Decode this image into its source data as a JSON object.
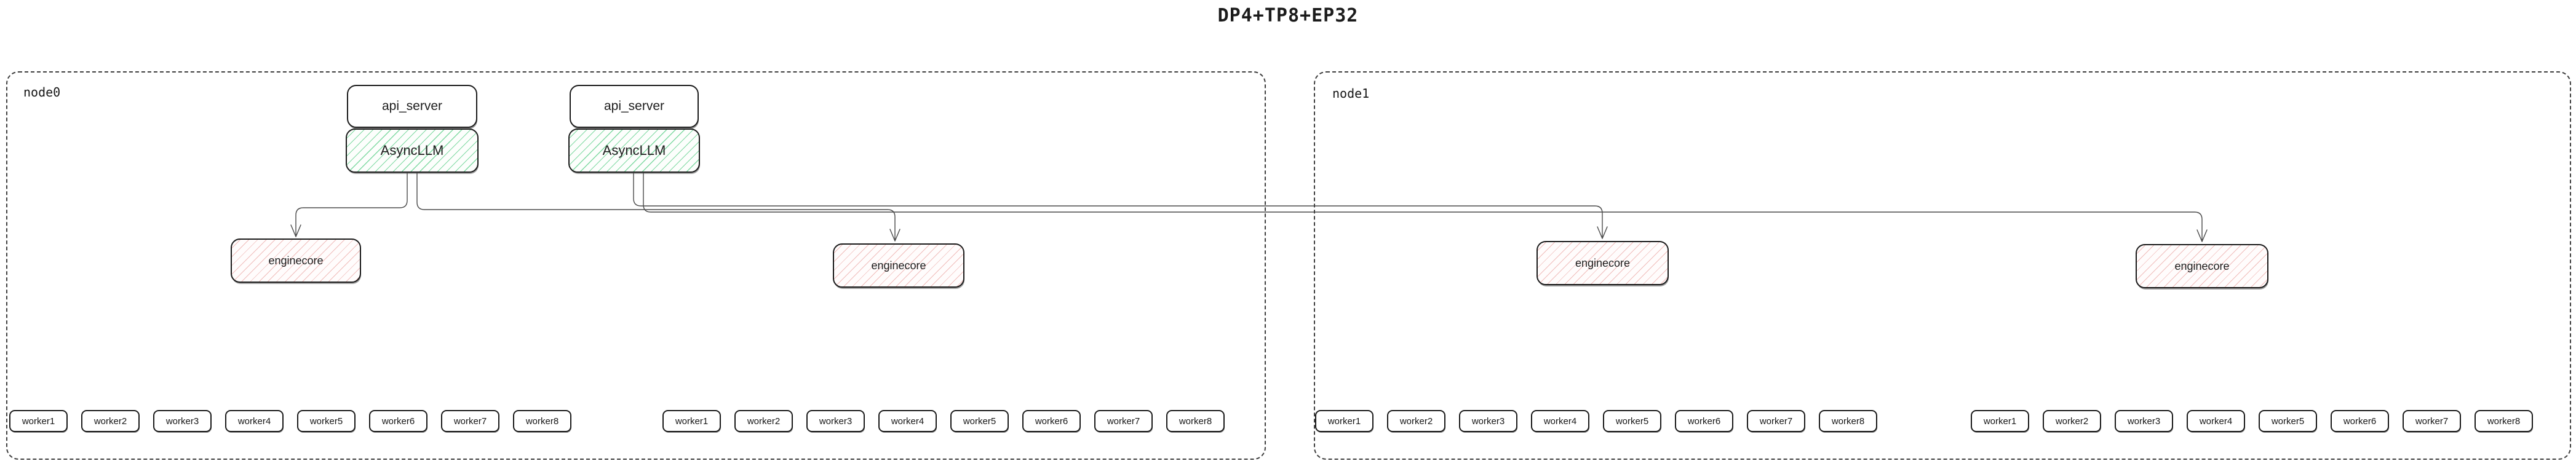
{
  "title": "DP4+TP8+EP32",
  "nodes": [
    {
      "label": "node0",
      "stacks": [
        {
          "api_server": "api_server",
          "async_llm": "AsyncLLM"
        },
        {
          "api_server": "api_server",
          "async_llm": "AsyncLLM"
        }
      ],
      "enginecores": [
        {
          "label": "enginecore"
        },
        {
          "label": "enginecore"
        }
      ],
      "worker_groups": [
        {
          "workers": [
            "worker1",
            "worker2",
            "worker3",
            "worker4",
            "worker5",
            "worker6",
            "worker7",
            "worker8"
          ]
        },
        {
          "workers": [
            "worker1",
            "worker2",
            "worker3",
            "worker4",
            "worker5",
            "worker6",
            "worker7",
            "worker8"
          ]
        }
      ]
    },
    {
      "label": "node1",
      "stacks": [],
      "enginecores": [
        {
          "label": "enginecore"
        },
        {
          "label": "enginecore"
        }
      ],
      "worker_groups": [
        {
          "workers": [
            "worker1",
            "worker2",
            "worker3",
            "worker4",
            "worker5",
            "worker6",
            "worker7",
            "worker8"
          ]
        },
        {
          "workers": [
            "worker1",
            "worker2",
            "worker3",
            "worker4",
            "worker5",
            "worker6",
            "worker7",
            "worker8"
          ]
        }
      ]
    }
  ],
  "colors": {
    "box_border": "#1a1a1a",
    "node_border": "#3d3d3d",
    "async_llm_hatch": "#7fd9a2",
    "enginecore_hatch": "#f0bcba",
    "connector": "#4a4a4a"
  }
}
